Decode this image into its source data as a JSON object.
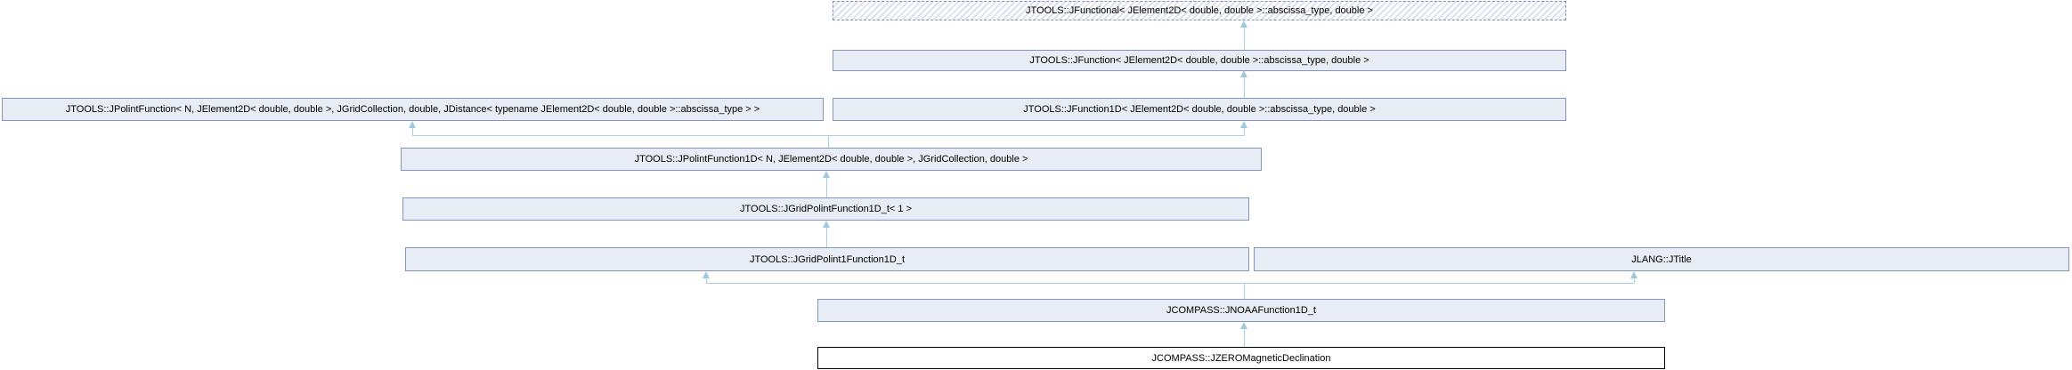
{
  "diagram": {
    "kind": "class-inheritance-diagram",
    "colors": {
      "box_fill": "#e8ecf5",
      "box_border": "#8494b8",
      "hatch_stripe": "#dce1ef",
      "connector": "#a7cfe1",
      "current_box_border": "#000000",
      "current_box_fill": "#ffffff",
      "text": "#000000"
    },
    "nodes": [
      {
        "id": "jfunctional",
        "label": "JTOOLS::JFunctional< JElement2D< double, double >::abscissa_type, double >",
        "style": "hatched"
      },
      {
        "id": "jfunction",
        "label": "JTOOLS::JFunction< JElement2D< double, double >::abscissa_type, double >",
        "style": "normal"
      },
      {
        "id": "jpolintfunction",
        "label": "JTOOLS::JPolintFunction< N, JElement2D< double, double >, JGridCollection, double, JDistance< typename JElement2D< double, double >::abscissa_type > >",
        "style": "normal"
      },
      {
        "id": "jfunction1d",
        "label": "JTOOLS::JFunction1D< JElement2D< double, double >::abscissa_type, double >",
        "style": "normal"
      },
      {
        "id": "jpolintfunction1d",
        "label": "JTOOLS::JPolintFunction1D< N, JElement2D< double, double >, JGridCollection, double >",
        "style": "normal"
      },
      {
        "id": "jgridpolintfunction1d_t",
        "label": "JTOOLS::JGridPolintFunction1D_t< 1 >",
        "style": "normal"
      },
      {
        "id": "jgridpolint1function1d_t",
        "label": "JTOOLS::JGridPolint1Function1D_t",
        "style": "normal"
      },
      {
        "id": "jtitle",
        "label": "JLANG::JTitle",
        "style": "normal"
      },
      {
        "id": "jnoaafunction1d_t",
        "label": "JCOMPASS::JNOAAFunction1D_t",
        "style": "normal"
      },
      {
        "id": "jzeromagneticdeclination",
        "label": "JCOMPASS::JZEROMagneticDeclination",
        "style": "current"
      }
    ],
    "edges": [
      {
        "child": "jfunction",
        "parent": "jfunctional"
      },
      {
        "child": "jfunction1d",
        "parent": "jfunction"
      },
      {
        "child": "jpolintfunction1d",
        "parent": "jpolintfunction"
      },
      {
        "child": "jpolintfunction1d",
        "parent": "jfunction1d"
      },
      {
        "child": "jgridpolintfunction1d_t",
        "parent": "jpolintfunction1d"
      },
      {
        "child": "jgridpolint1function1d_t",
        "parent": "jgridpolintfunction1d_t"
      },
      {
        "child": "jnoaafunction1d_t",
        "parent": "jgridpolint1function1d_t"
      },
      {
        "child": "jnoaafunction1d_t",
        "parent": "jtitle"
      },
      {
        "child": "jzeromagneticdeclination",
        "parent": "jnoaafunction1d_t"
      }
    ]
  }
}
